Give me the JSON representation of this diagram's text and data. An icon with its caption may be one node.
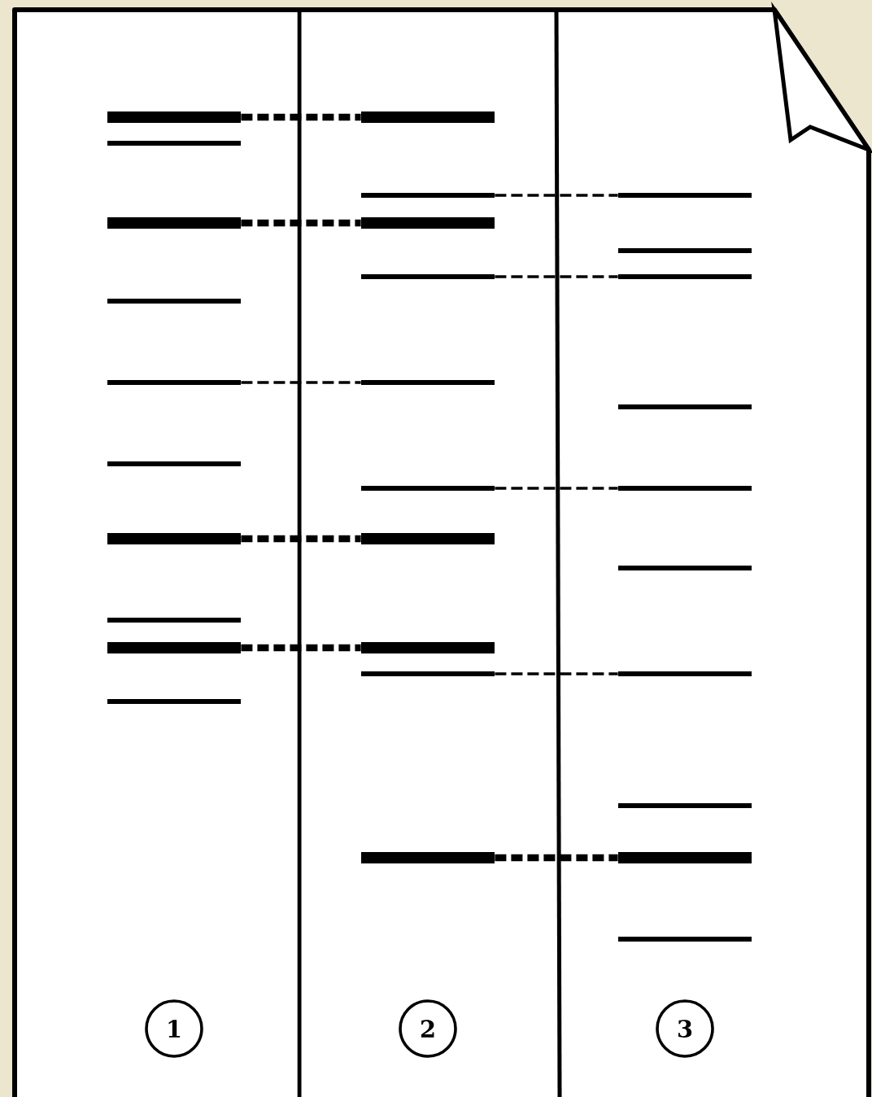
{
  "diagram": {
    "nodes": [
      {
        "text": [],
        "shape": "bar"
      },
      {
        "text": [],
        "shape": "bar"
      },
      {
        "text": [],
        "shape": "bar"
      },
      {
        "text": [],
        "shape": "bar"
      },
      {
        "text": [],
        "shape": "bar"
      },
      {
        "text": [],
        "shape": "bar"
      },
      {
        "text": [],
        "shape": "bar"
      },
      {
        "text": [],
        "shape": "bar"
      },
      {
        "text": [],
        "shape": "bar"
      },
      {
        "text": [],
        "shape": "bar"
      },
      {
        "text": [],
        "shape": "bar"
      },
      {
        "text": [],
        "shape": "bar"
      },
      {
        "text": [],
        "shape": "bar"
      },
      {
        "text": [],
        "shape": "bar"
      },
      {
        "text": [],
        "shape": "bar"
      },
      {
        "text": [],
        "shape": "bar"
      },
      {
        "text": [],
        "shape": "bar"
      },
      {
        "text": [],
        "shape": "bar"
      },
      {
        "text": [],
        "shape": "bar"
      },
      {
        "text": [],
        "shape": "bar"
      },
      {
        "text": [],
        "shape": "bar"
      },
      {
        "text": [],
        "shape": "bar"
      },
      {
        "text": [],
        "shape": "bar"
      },
      {
        "text": [],
        "shape": "bar"
      },
      {
        "text": [],
        "shape": "bar"
      },
      {
        "text": [],
        "shape": "bar"
      },
      {
        "text": [],
        "shape": "bar"
      },
      {
        "text": [],
        "shape": "bar"
      },
      {
        "text": [],
        "shape": "bar"
      },
      {
        "text": [],
        "shape": "bar"
      },
      {
        "text": [
          "1"
        ]
      },
      {
        "text": [
          "2"
        ]
      },
      {
        "text": [
          "3"
        ]
      }
    ],
    "edges": [
      {
        "from": 0,
        "to": 10,
        "arrow": "none",
        "style": "dashed"
      },
      {
        "from": 2,
        "to": 12,
        "arrow": "none",
        "style": "dashed"
      },
      {
        "from": 4,
        "to": 14,
        "arrow": "none",
        "style": "dashed"
      },
      {
        "from": 6,
        "to": 16,
        "arrow": "none",
        "style": "dashed"
      },
      {
        "from": 8,
        "to": 17,
        "arrow": "none",
        "style": "dashed"
      },
      {
        "from": 11,
        "to": 20,
        "arrow": "none",
        "style": "dashed"
      },
      {
        "from": 13,
        "to": 22,
        "arrow": "none",
        "style": "dashed"
      },
      {
        "from": 15,
        "to": 24,
        "arrow": "none",
        "style": "dashed"
      },
      {
        "from": 18,
        "to": 26,
        "arrow": "none",
        "style": "dashed"
      },
      {
        "from": 19,
        "to": 28,
        "arrow": "none",
        "style": "dashed"
      }
    ]
  }
}
